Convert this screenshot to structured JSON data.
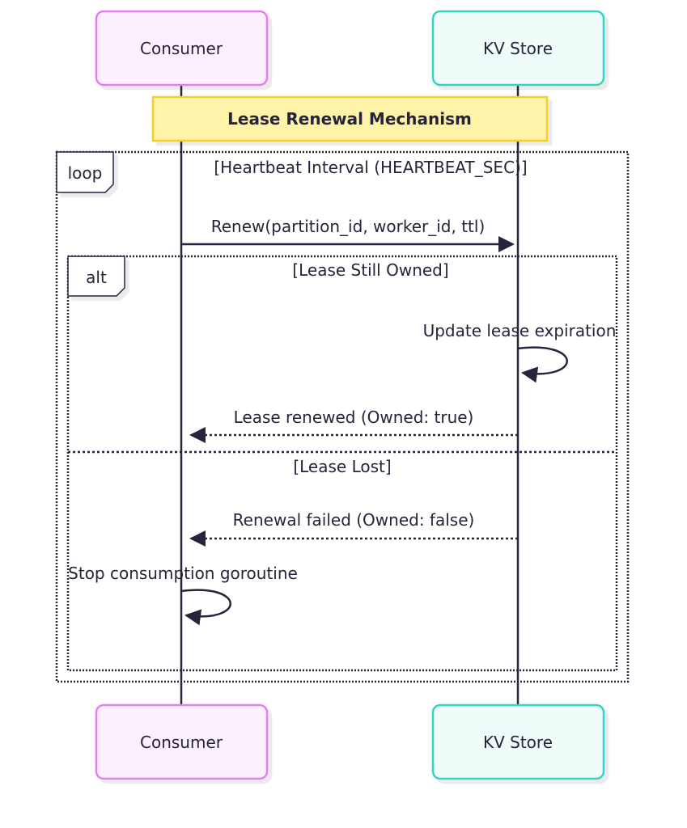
{
  "diagram": {
    "type": "sequence",
    "participants": [
      {
        "id": "consumer",
        "label": "Consumer",
        "border_color": "#e77df3",
        "fill_color": "#fdf0fe"
      },
      {
        "id": "kvstore",
        "label": "KV Store",
        "border_color": "#30d5c0",
        "fill_color": "#effcfa"
      }
    ],
    "note": {
      "text": "Lease Renewal Mechanism",
      "over": [
        "consumer",
        "kvstore"
      ],
      "border_color": "#f4cf2a",
      "fill_color": "#fef3a8"
    },
    "loop": {
      "kind": "loop",
      "condition": "[Heartbeat Interval (HEARTBEAT_SEC)]"
    },
    "alt": {
      "kind": "alt",
      "branches": [
        {
          "condition": "[Lease Still Owned]"
        },
        {
          "condition": "[Lease Lost]"
        }
      ]
    },
    "messages": [
      {
        "from": "consumer",
        "to": "kvstore",
        "text": "Renew(partition_id, worker_id, ttl)",
        "style": "solid"
      },
      {
        "from": "kvstore",
        "to": "kvstore",
        "text": "Update lease expiration",
        "style": "self"
      },
      {
        "from": "kvstore",
        "to": "consumer",
        "text": "Lease renewed (Owned: true)",
        "style": "dashed"
      },
      {
        "from": "kvstore",
        "to": "consumer",
        "text": "Renewal failed (Owned: false)",
        "style": "dashed"
      },
      {
        "from": "consumer",
        "to": "consumer",
        "text": "Stop consumption goroutine",
        "style": "self"
      }
    ],
    "line_color": "#26243b"
  }
}
